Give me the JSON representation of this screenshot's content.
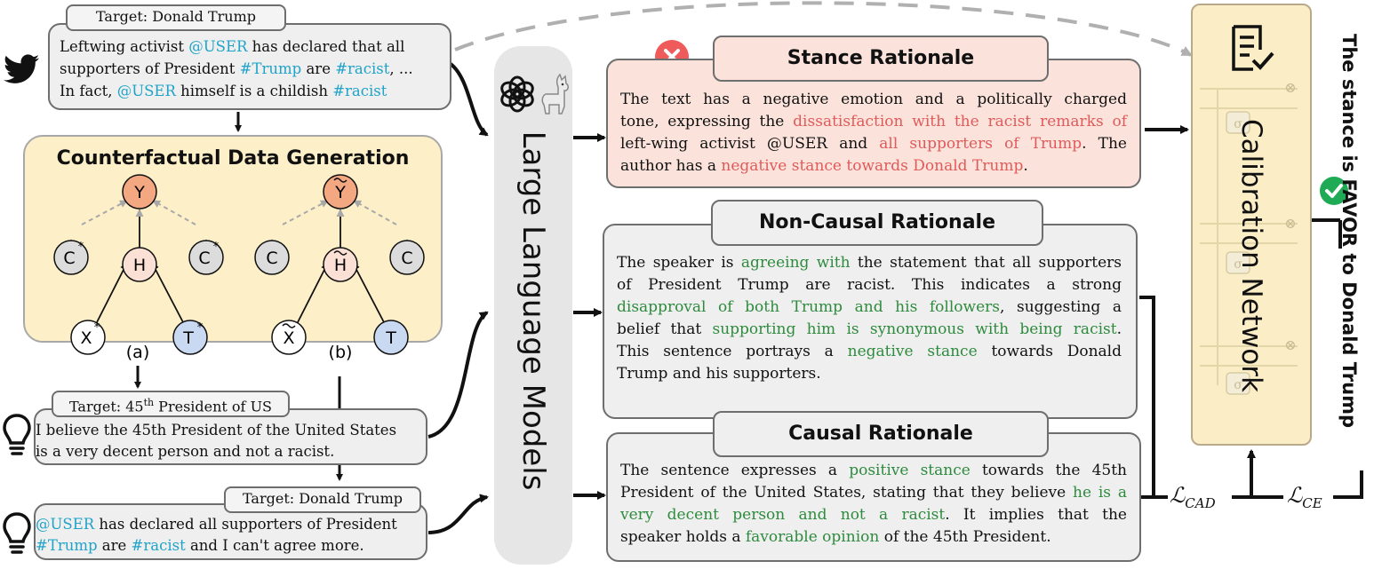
{
  "input_example": {
    "target": "Target: Donald Trump",
    "line1": [
      "Leftwing activist ",
      "@USER",
      " has declared that all"
    ],
    "line2": [
      "supporters of President ",
      "#Trump",
      " are ",
      "#racist",
      ", ..."
    ],
    "line3": [
      "In fact, ",
      "@USER",
      " himself is a childish ",
      "#racist"
    ]
  },
  "cfd": {
    "title": "Counterfactual Data Generation",
    "graph_a": {
      "Y": "Y",
      "H": "H",
      "C_left": "C",
      "C_right": "C",
      "X": "X",
      "T": "T",
      "star": "*",
      "label": "(a)"
    },
    "graph_b": {
      "Y": "Y",
      "H": "H",
      "C_left": "C",
      "C_right": "C",
      "X": "X",
      "T": "T",
      "label": "(b)"
    }
  },
  "cf1": {
    "target_prefix": "Target: 45",
    "target_sup": "th",
    "target_suffix": " President of US",
    "line1": "I believe the 45th President of the United States",
    "line2": "is a very decent person and not a racist."
  },
  "cf2": {
    "target": "Target: Donald Trump",
    "line1": [
      "@USER",
      " has declared all supporters of President"
    ],
    "line2": [
      "#Trump",
      " are ",
      "#racist",
      " and I can't agree more."
    ]
  },
  "llm": {
    "label": "Large Language Models"
  },
  "stance_rationale": {
    "title": "Stance Rationale",
    "lines": [
      [
        [
          "The text has a negative emotion and a politically charged",
          ""
        ]
      ],
      [
        [
          "tone, expressing the ",
          ""
        ],
        [
          "dissatisfaction with the racist remarks of",
          "rd"
        ]
      ],
      [
        [
          "left-wing activist @USER and ",
          ""
        ],
        [
          "all supporters of Trump",
          "rd"
        ],
        [
          ". The",
          ""
        ]
      ],
      [
        [
          "author has a ",
          ""
        ],
        [
          "negative stance towards Donald Trump",
          "rd"
        ],
        [
          ".",
          ""
        ]
      ]
    ]
  },
  "noncausal_rationale": {
    "title": "Non-Causal Rationale",
    "lines": [
      [
        [
          "The speaker is ",
          ""
        ],
        [
          "agreeing with",
          "gr"
        ],
        [
          " the statement that all supporters",
          ""
        ]
      ],
      [
        [
          "of President Trump are racist. This indicates a strong",
          ""
        ]
      ],
      [
        [
          "disapproval of both Trump and his followers",
          "gr"
        ],
        [
          ", suggesting a",
          ""
        ]
      ],
      [
        [
          "belief that ",
          ""
        ],
        [
          "supporting him is synonymous with being racist",
          "gr"
        ],
        [
          ".",
          ""
        ]
      ],
      [
        [
          "This sentence portrays a ",
          ""
        ],
        [
          "negative stance",
          "gr"
        ],
        [
          " towards Donald",
          ""
        ]
      ],
      [
        [
          "Trump and his supporters.",
          ""
        ]
      ]
    ]
  },
  "causal_rationale": {
    "title": "Causal Rationale",
    "lines": [
      [
        [
          "The sentence expresses a ",
          ""
        ],
        [
          "positive stance",
          "gr"
        ],
        [
          " towards the 45th",
          ""
        ]
      ],
      [
        [
          "President of the United States, stating that they believe ",
          ""
        ],
        [
          "he is a",
          "gr"
        ]
      ],
      [
        [
          "very decent person and not a racist",
          "gr"
        ],
        [
          ". It implies that the",
          ""
        ]
      ],
      [
        [
          "speaker holds a ",
          ""
        ],
        [
          "favorable opinion",
          "gr"
        ],
        [
          " of the 45th President.",
          ""
        ]
      ]
    ]
  },
  "calibration": {
    "label": "Calibration Network",
    "gate_symbol": "σ",
    "mult_symbol": "⊗"
  },
  "losses": {
    "cad": "CAD",
    "ce": "CE",
    "script": "ℒ"
  },
  "result": {
    "text": "The stance is FAVOR to Donald Trump"
  },
  "colors": {
    "mention": "#1fa3c9",
    "negative": "#e05a5a",
    "positive": "#2e8b3e",
    "node_Y": "#f4a882",
    "node_H": "#fbe0d5",
    "node_C": "#dcdcdc",
    "node_X": "#ffffff",
    "node_T": "#c9d9f2",
    "stance_bg": "#fbe3dc",
    "stance_hdr": "#fbe3dc"
  },
  "icons": [
    "twitter-bird-icon",
    "lightbulb-icon",
    "openai-logo-icon",
    "llama-icon",
    "error-x-icon",
    "check-icon",
    "checklist-document-icon"
  ]
}
